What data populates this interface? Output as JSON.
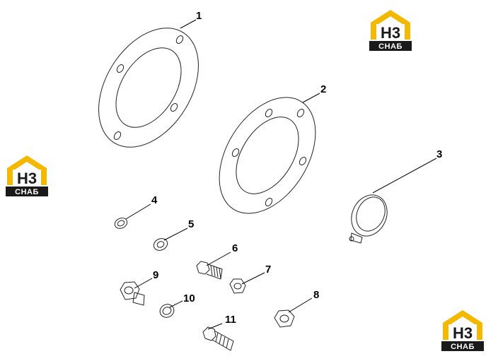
{
  "logo": {
    "main_text": "H3",
    "sub_text": "СНАБ",
    "accent_color": "#f5b800",
    "dark_color": "#1a1a1a"
  },
  "callouts": {
    "c1": "1",
    "c2": "2",
    "c3": "3",
    "c4": "4",
    "c5": "5",
    "c6": "6",
    "c7": "7",
    "c8": "8",
    "c9": "9",
    "c10": "10",
    "c11": "11"
  },
  "parts": {
    "p1": "gasket-icon",
    "p2": "gasket-icon",
    "p3": "hose-clamp-icon",
    "p4": "washer-icon",
    "p5": "washer-icon",
    "p6": "bolt-icon",
    "p7": "nut-icon",
    "p8": "nut-icon",
    "p9": "plug-icon",
    "p10": "seal-ring-icon",
    "p11": "bolt-icon"
  }
}
